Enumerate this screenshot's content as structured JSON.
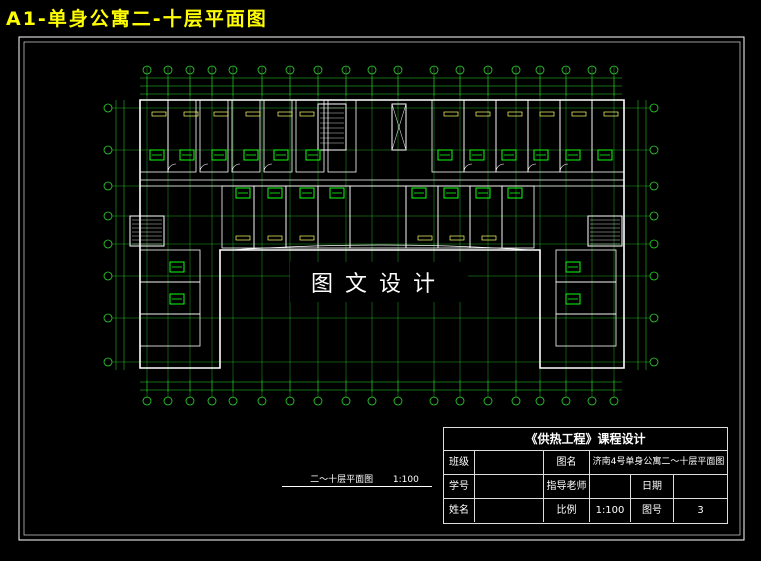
{
  "header": {
    "title": "A1-单身公寓二-十层平面图"
  },
  "drawing": {
    "watermark": "图文设计",
    "plan_label": "二～十层平面图",
    "plan_scale": "1:100"
  },
  "title_block": {
    "heading": "《供热工程》课程设计",
    "rows": [
      {
        "c1": "班级",
        "c2": "",
        "c3": "图名",
        "c4": "济南4号单身公寓二～十层平面图",
        "c5": "",
        "c6": ""
      },
      {
        "c1": "学号",
        "c2": "",
        "c3": "指导老师",
        "c4": "",
        "c5": "日期",
        "c6": ""
      },
      {
        "c1": "姓名",
        "c2": "",
        "c3": "比例",
        "c4": "1:100",
        "c5": "图号",
        "c6": "3"
      }
    ]
  },
  "colors": {
    "background": "#000000",
    "title": "#ffff00",
    "walls": "#ffffff",
    "grid": "#2bd62b",
    "dims": "#2bd62b",
    "fixtures": "#11ff11",
    "room_labels": "#ffff66",
    "frame": "#ffffff"
  }
}
